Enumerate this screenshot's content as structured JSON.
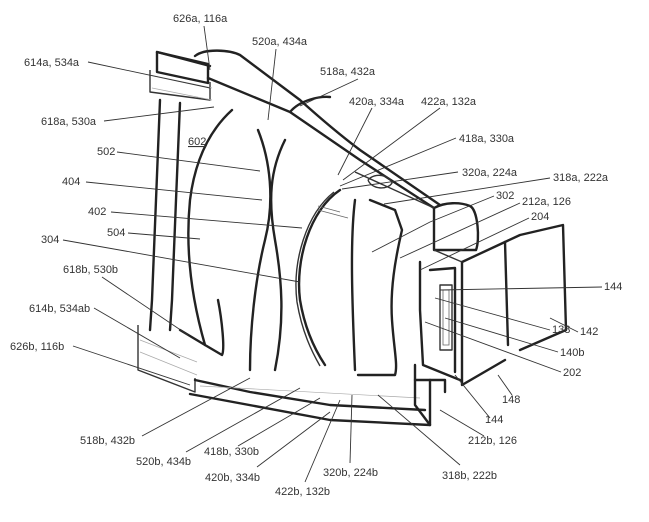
{
  "figure": {
    "description": "Isometric patent drawing of a lens / mounting assembly with reference numerals",
    "region_label": "602",
    "labels": {
      "l626a": "626a, 116a",
      "l520a": "520a, 434a",
      "l614a": "614a, 534a",
      "l518a": "518a, 432a",
      "l420a": "420a, 334a",
      "l422a": "422a, 132a",
      "l618a": "618a, 530a",
      "l418a": "418a, 330a",
      "l502": "502",
      "l320a": "320a, 224a",
      "l318a": "318a, 222a",
      "l404": "404",
      "l302": "302",
      "l212a": "212a, 126",
      "l402": "402",
      "l204": "204",
      "l504": "504",
      "l304": "304",
      "l144t": "144",
      "l618b": "618b, 530b",
      "l142": "142",
      "l138": "138",
      "l614b": "614b, 534ab",
      "l140b": "140b",
      "l626b": "626b, 116b",
      "l202": "202",
      "l148": "148",
      "l144b": "144",
      "l518b": "518b, 432b",
      "l212b": "212b, 126",
      "l520b": "520b, 434b",
      "l418b": "418b, 330b",
      "l420b": "420b, 334b",
      "l320b": "320b, 224b",
      "l318b": "318b, 222b",
      "l422b": "422b, 132b"
    }
  }
}
